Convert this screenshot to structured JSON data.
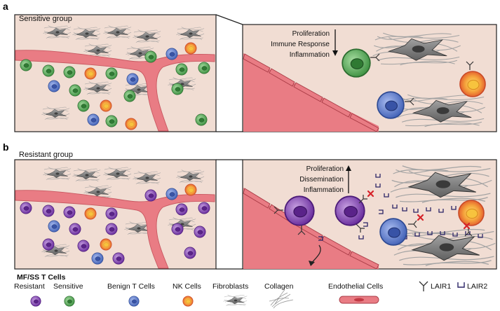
{
  "panel_a": {
    "letter": "a",
    "group_label": "Sensitive group",
    "effects": [
      "Proliferation",
      "Immune Response",
      "Inflammation"
    ],
    "arrow_direction": "down"
  },
  "panel_b": {
    "letter": "b",
    "group_label": "Resistant group",
    "effects": [
      "Proliferation",
      "Dissemination",
      "Inflammation"
    ],
    "arrow_direction": "up"
  },
  "legend": {
    "mf_header": "MF/SS T Cells",
    "items": [
      {
        "label": "Resistant",
        "icon": "resistant-cell-icon",
        "color": "#7c3ea6"
      },
      {
        "label": "Sensitive",
        "icon": "sensitive-cell-icon",
        "color": "#3f9a43"
      },
      {
        "label": "Benign T Cells",
        "icon": "benign-t-cell-icon",
        "color": "#4f72c4"
      },
      {
        "label": "NK Cells",
        "icon": "nk-cell-icon",
        "color": "#e8822e"
      },
      {
        "label": "Fibroblasts",
        "icon": "fibroblast-icon",
        "color": "#7d7d7d"
      },
      {
        "label": "Collagen",
        "icon": "collagen-icon",
        "color": "#9a9a9a"
      },
      {
        "label": "Endothelial Cells",
        "icon": "endothelial-cell-icon",
        "color": "#e57a80"
      },
      {
        "label": "LAIR1",
        "icon": "lair1-icon",
        "color": "#333333"
      },
      {
        "label": "LAIR2",
        "icon": "lair2-icon",
        "color": "#2b2466"
      }
    ]
  },
  "colors": {
    "tissue": "#f1ddd3",
    "vessel": "#e88088",
    "inhibition": "#d6232a"
  }
}
